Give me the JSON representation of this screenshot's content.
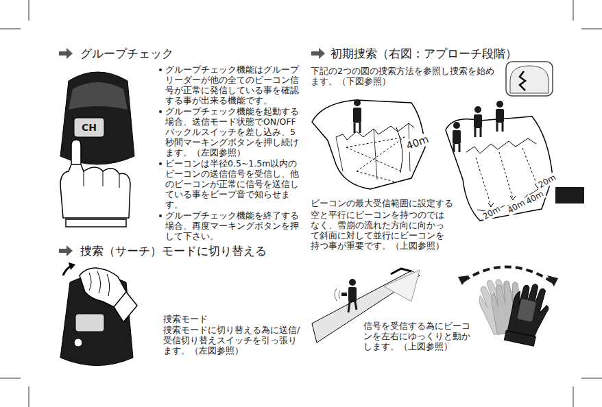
{
  "diagram": {
    "labels": [
      "グループチェック",
      "グループチェック機能はグループリーダーが他の全てのビーコン信号が正常に発信している事を確認する事が出来る機能です。",
      "グループチェック機能を起動する場合、送信モード状態でON/OFFバックルスイッチを差し込み、5秒間マーキングボタンを押し続けます。（左図参照）",
      "ビーコンは半径0.5~1.5m以内のビーコンの送信信号を受信し、他のビーコンが正常に信号を送信している事をビープ音で知らせます。",
      "グループチェック機能を終了する場合、再度マーキングボタンを押して下さい。",
      "CH",
      "捜索（サーチ）モードに切り替える",
      "捜索モード",
      "捜索モードに切り替える為に送信/受信切り替えスイッチを引っ張ります。（左図参照）",
      "初期捜索（右図：アプローチ段階）",
      "下記の2つの図の捜索方法を参照し捜索を始めます。（下図参照）",
      "40m",
      "20m",
      "40m",
      "40m",
      "20m",
      "ビーコンの最大受信範囲に設定する",
      "空と平行にビーコンを持つのではなく、雪崩の流れた方向に向かって斜面に対して並行にビーコンを持つ事が重要です。（上図参照）",
      "信号を受信する為にビーコンを左右にゆっくりと動かします。（上図参照）"
    ]
  }
}
